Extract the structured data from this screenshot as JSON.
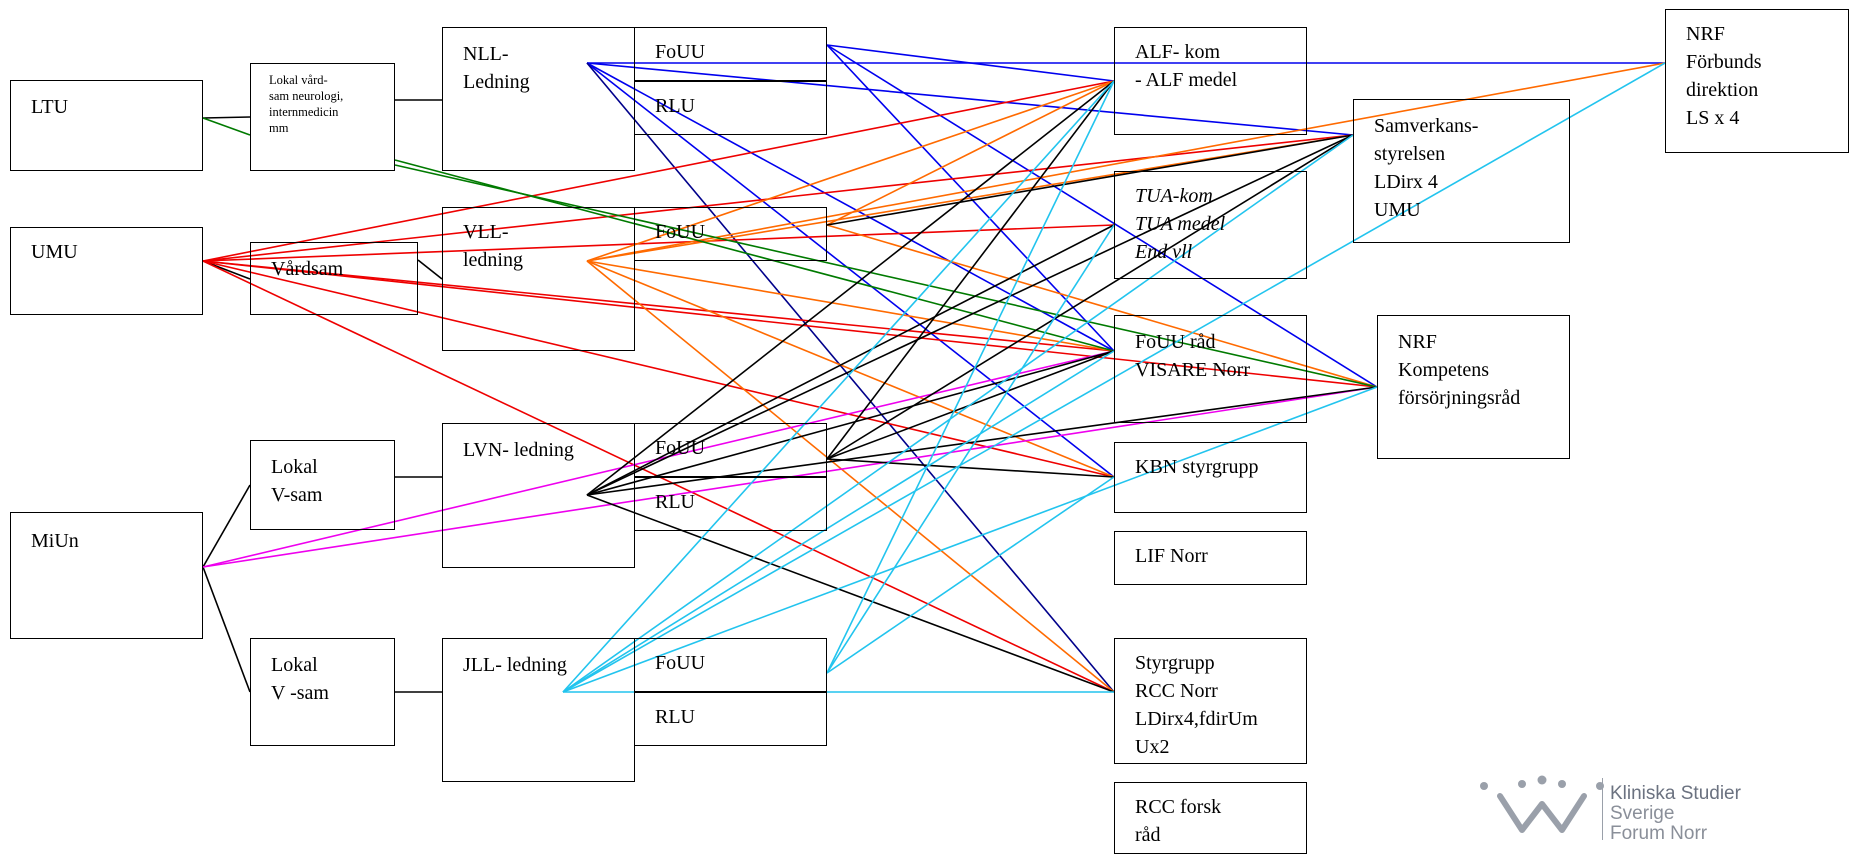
{
  "colors": {
    "blue": "#0000ee",
    "navy": "#00008b",
    "red": "#ee0000",
    "orange": "#ff6a00",
    "cyan": "#22c4ee",
    "green": "#007a00",
    "magenta": "#ee00ee",
    "black": "#000000",
    "logo_gray": "#9aa0aa"
  },
  "nodes": {
    "ltu": "LTU",
    "umu": "UMU",
    "miun": "MiUn",
    "lokal_vardsam": "Lokal vård-\nsam neurologi,\ninternmedicin\nmm",
    "vardsam": "Vårdsam",
    "lokal_vsam_1": "Lokal\nV-sam",
    "lokal_vsam_2": "Lokal\nV -sam",
    "nll_ledning": "NLL-\nLedning",
    "vll_ledning": "VLL-\nledning",
    "lvn_ledning": "LVN- ledning",
    "jll_ledning": "JLL- ledning",
    "fouu_nll": "FoUU",
    "rlu_nll": "RLU",
    "fouu_vll": "FoUU",
    "fouu_lvn": "FoUU",
    "rlu_lvn": "RLU",
    "fouu_jll": "FoUU",
    "rlu_jll": "RLU",
    "alf_kom": "ALF- kom\n- ALF medel",
    "tua_kom": "TUA-kom\nTUA medel\nEnd  vll",
    "fouu_rad": "FoUU råd\nVISARE Norr",
    "kbn": "KBN styrgrupp",
    "lif": "LIF Norr",
    "rcc_styrgrupp": "Styrgrupp\nRCC Norr\nLDirx4,fdirUm\nUx2",
    "rcc_forsk": "RCC forsk\nråd",
    "samverkan": "Samverkans-\nstyrelsen\nLDirx 4\nUMU",
    "nrf_forbund": "NRF\nFörbunds\ndirektion\nLS x 4",
    "nrf_kompetens": "NRF\nKompetens\nförsörjningsråd"
  },
  "logo": {
    "line1": "Kliniska Studier",
    "line2": "Sverige",
    "line3": "Forum Norr",
    "icon": "crown-icon"
  }
}
